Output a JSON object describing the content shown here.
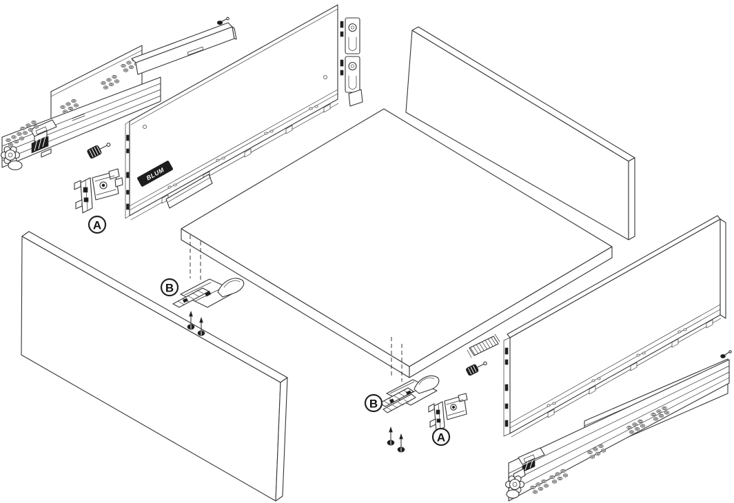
{
  "diagram": {
    "type": "exploded-assembly-drawing",
    "subject": "drawer-runner-and-panel-assembly",
    "colors": {
      "line": "#333333",
      "dark": "#1c1c1c",
      "paper": "#ffffff"
    },
    "callouts": {
      "a1": "A",
      "b1": "B",
      "b2": "B",
      "a2": "A"
    },
    "brand_emboss": "BLUM",
    "parts": [
      "left-cabinet-runner",
      "gallery-rail",
      "left-drawer-side-panel",
      "rear-fixing-bracket-a-left",
      "system-screw-left",
      "back-panel",
      "drawer-bottom-panel",
      "front-fixing-device-b-left",
      "front-panel",
      "front-fixing-device-b-front",
      "rear-fixing-bracket-a-front",
      "hook-strip",
      "system-screw-front",
      "right-drawer-side-panel",
      "right-cabinet-runner"
    ]
  }
}
